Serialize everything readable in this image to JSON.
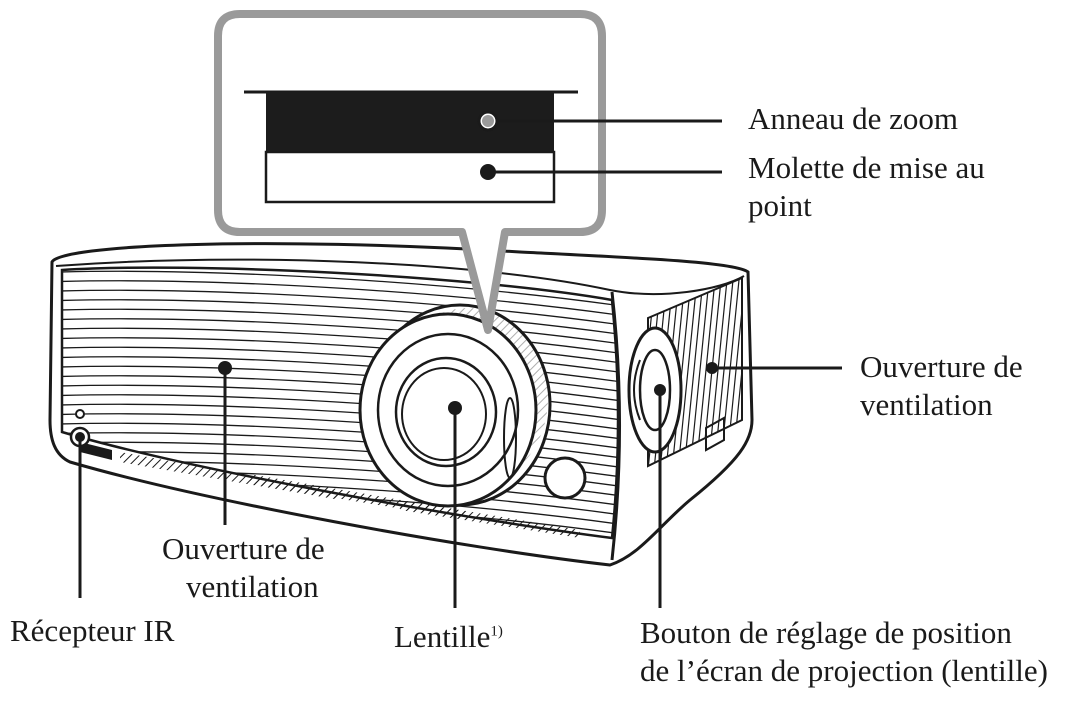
{
  "labels": {
    "zoom_ring": "Anneau de zoom",
    "focus_wheel_line1": "Molette de mise au",
    "focus_wheel_line2": "point",
    "vent_side_line1": "Ouverture de",
    "vent_side_line2": "ventilation",
    "vent_front_line1": "Ouverture de",
    "vent_front_line2": "ventilation",
    "ir_receiver": "Récepteur IR",
    "lens": "Lentille",
    "lens_footnote": "1)",
    "lens_shift_line1": "Bouton de réglage de position",
    "lens_shift_line2": "de l’écran de projection (lentille)"
  },
  "colors": {
    "line": "#1a1a1a",
    "inset_frame": "#9a9a9a",
    "inset_dark_band": "#1c1c1c",
    "body_fill": "#ffffff"
  }
}
